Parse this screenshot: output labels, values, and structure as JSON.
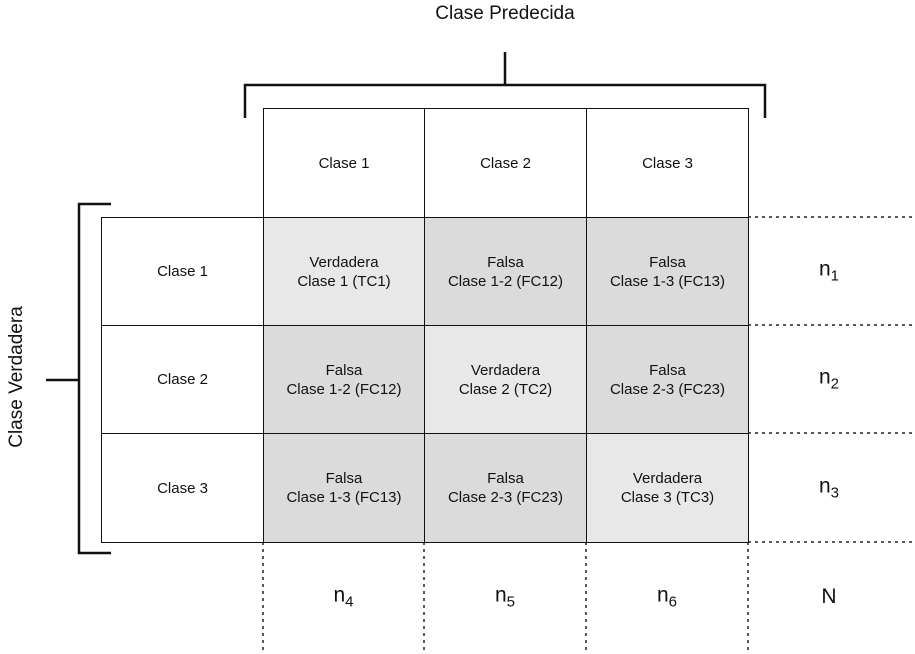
{
  "titles": {
    "predicted": "Clase Predecida",
    "true": "Clase Verdadera"
  },
  "predicted_classes": [
    "Clase 1",
    "Clase 2",
    "Clase 3"
  ],
  "true_classes": [
    "Clase 1",
    "Clase 2",
    "Clase 3"
  ],
  "matrix": [
    [
      {
        "text": "Verdadera\nClase 1 (TC1)",
        "kind": "true"
      },
      {
        "text": "Falsa\nClase 1-2 (FC12)",
        "kind": "false"
      },
      {
        "text": "Falsa\nClase 1-3 (FC13)",
        "kind": "false"
      }
    ],
    [
      {
        "text": "Falsa\nClase 1-2 (FC12)",
        "kind": "false"
      },
      {
        "text": "Verdadera\nClase 2 (TC2)",
        "kind": "true"
      },
      {
        "text": "Falsa\nClase 2-3 (FC23)",
        "kind": "false"
      }
    ],
    [
      {
        "text": "Falsa\nClase 1-3 (FC13)",
        "kind": "false"
      },
      {
        "text": "Falsa\nClase 2-3 (FC23)",
        "kind": "false"
      },
      {
        "text": "Verdadera\nClase 3 (TC3)",
        "kind": "true"
      }
    ]
  ],
  "row_totals": [
    {
      "base": "n",
      "sub": "1"
    },
    {
      "base": "n",
      "sub": "2"
    },
    {
      "base": "n",
      "sub": "3"
    }
  ],
  "column_totals": [
    {
      "base": "n",
      "sub": "4"
    },
    {
      "base": "n",
      "sub": "5"
    },
    {
      "base": "n",
      "sub": "6"
    }
  ],
  "grand_total": "N",
  "colors": {
    "true_cell": "#e8e8e8",
    "false_cell": "#dbdbdb",
    "border": "#111111"
  }
}
